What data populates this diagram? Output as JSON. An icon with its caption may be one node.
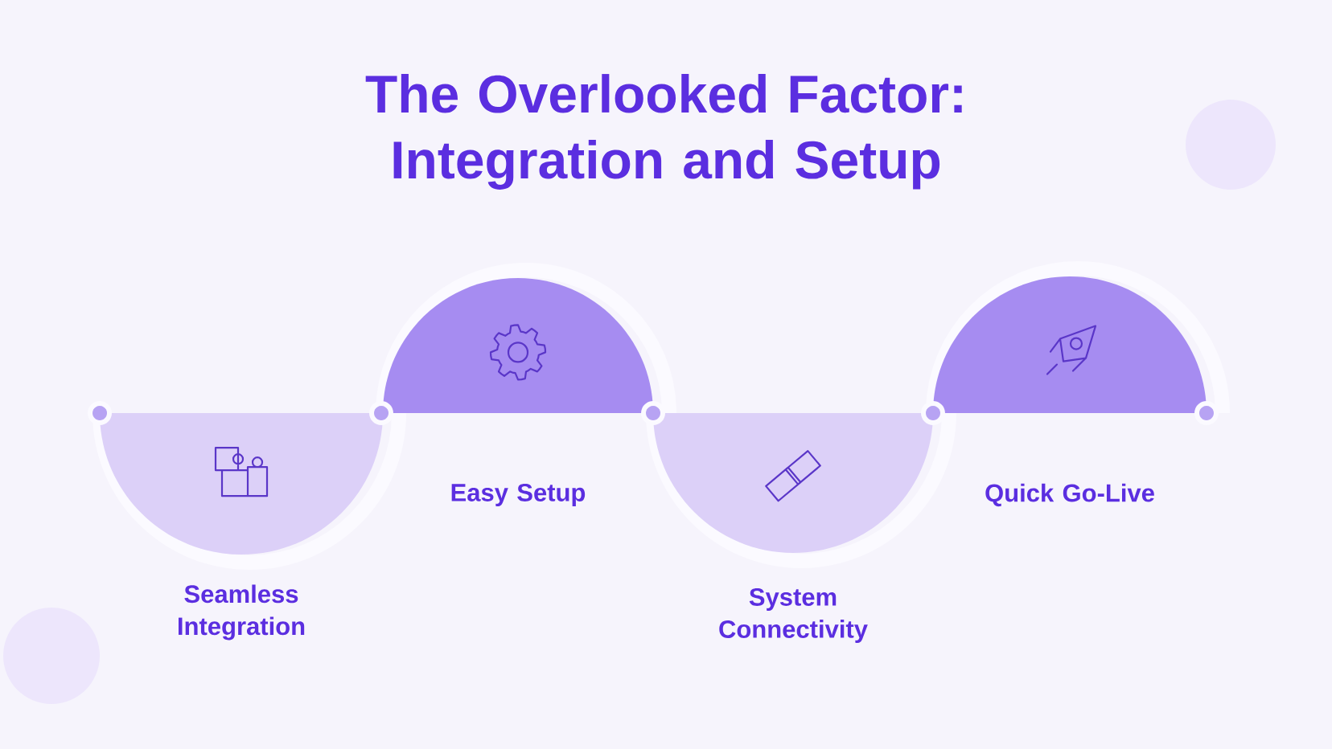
{
  "diagram": {
    "title": "The Overlooked Factor: Integration and Setup",
    "nodes": [
      {
        "text": [
          "Seamless Integration"
        ]
      },
      {
        "text": [
          "Easy Setup"
        ]
      },
      {
        "text": [
          "System Connectivity"
        ]
      },
      {
        "text": [
          "Quick Go-Live"
        ]
      }
    ]
  }
}
